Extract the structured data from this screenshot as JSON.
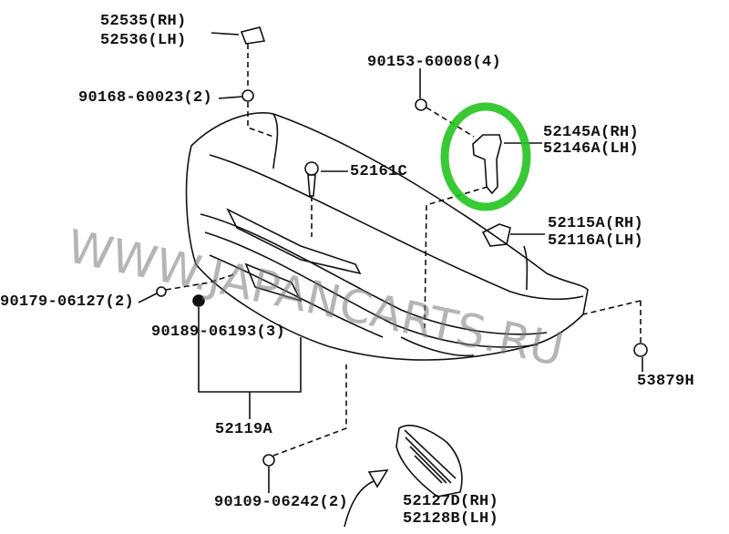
{
  "diagram": {
    "watermark": "WWW.JAPANCARTS.RU",
    "highlight_color": "#22c31f",
    "parts": [
      {
        "lines": [
          "52535(RH)",
          "52536(LH)"
        ]
      },
      {
        "lines": [
          "90168-60023(2)"
        ]
      },
      {
        "lines": [
          "90153-60008(4)"
        ]
      },
      {
        "lines": [
          "52145A(RH)",
          "52146A(LH)"
        ],
        "highlighted": true
      },
      {
        "lines": [
          "52161C"
        ]
      },
      {
        "lines": [
          "52115A(RH)",
          "52116A(LH)"
        ]
      },
      {
        "lines": [
          "90179-06127(2)"
        ]
      },
      {
        "lines": [
          "90189-06193(3)"
        ]
      },
      {
        "lines": [
          "53879H"
        ]
      },
      {
        "lines": [
          "52119A"
        ]
      },
      {
        "lines": [
          "90109-06242(2)"
        ]
      },
      {
        "lines": [
          "52127D(RH)",
          "52128B(LH)"
        ]
      }
    ]
  }
}
